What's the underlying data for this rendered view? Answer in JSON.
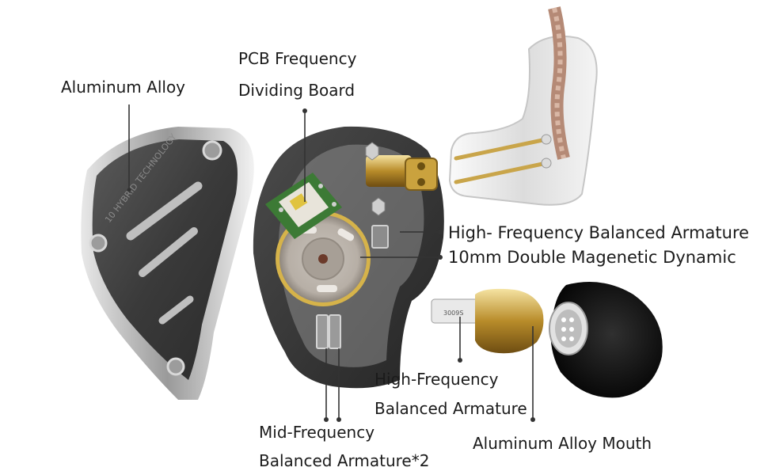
{
  "labels": {
    "aluminum_alloy": "Aluminum Alloy",
    "pcb_line1": "PCB Frequency",
    "pcb_line2": "Dividing Board",
    "high_freq_ba": "High- Frequency Balanced Armature",
    "dynamic": "10mm Double Magenetic Dynamic",
    "hf_ba_line1": "High-Frequency",
    "hf_ba_line2": "Balanced Armature",
    "mid_line1": "Mid-Frequency",
    "mid_line2": "Balanced Armature*2",
    "mouth": "Aluminum Alloy Mouth"
  },
  "shell_engraving": "10 HYBRID TECHNOLOGY",
  "nozzle_engraving": "3009S"
}
